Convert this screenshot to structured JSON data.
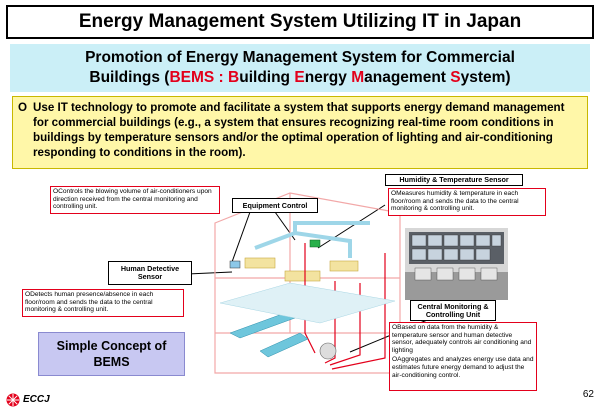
{
  "header": {
    "title": "Energy Management System Utilizing IT in Japan"
  },
  "subtitle": {
    "line1": "Promotion of Energy Management System for Commercial",
    "line2_prefix": "Buildings (",
    "acronym_parts": [
      "BEMS : ",
      "B",
      "uilding ",
      "E",
      "nergy ",
      "M",
      "anagement ",
      "S",
      "ystem"
    ],
    "line2_suffix": ")"
  },
  "description": {
    "bullet": "O",
    "text": "Use IT technology to promote and facilitate a system that supports energy demand management for commercial buildings (e.g., a system that ensures recognizing real-time room conditions in buildings by temperature sensors and/or the optimal operation of lighting and air-conditioning responding to conditions in the room)."
  },
  "diagram": {
    "labels": {
      "equipment_control": "Equipment Control",
      "humidity_temperature_sensor": "Humidity & Temperature Sensor",
      "human_detective_sensor": "Human Detective Sensor",
      "central_monitoring": "Central Monitoring & Controlling Unit"
    },
    "notes": {
      "equipment_control": "OControls the blowing volume of air-conditioners upon direction received from the central monitoring and controlling unit.",
      "humidity_temperature": "OMeasures humidity & temperature in each floor/room and sends the data to the central monitoring & controlling unit.",
      "human_detective": "ODetects human presence/absence in each floor/room and sends the data to the central monitoring & controlling unit.",
      "central_1": "OBased on data from the humidity & temperature sensor and human detective sensor, adequately controls air conditioning and lighting",
      "central_2": "OAggregates and analyzes energy use data and estimates future energy demand to adjust the air-conditioning control."
    }
  },
  "simple_concept": {
    "line1": "Simple Concept of",
    "line2": "BEMS"
  },
  "footer": {
    "logo_text": "ECCJ",
    "page_number": "62"
  },
  "colors": {
    "accent_red": "#e3001b",
    "subtitle_bg": "#cbeff7",
    "description_bg": "#fff7a8",
    "concept_bg": "#c8c8f2"
  }
}
